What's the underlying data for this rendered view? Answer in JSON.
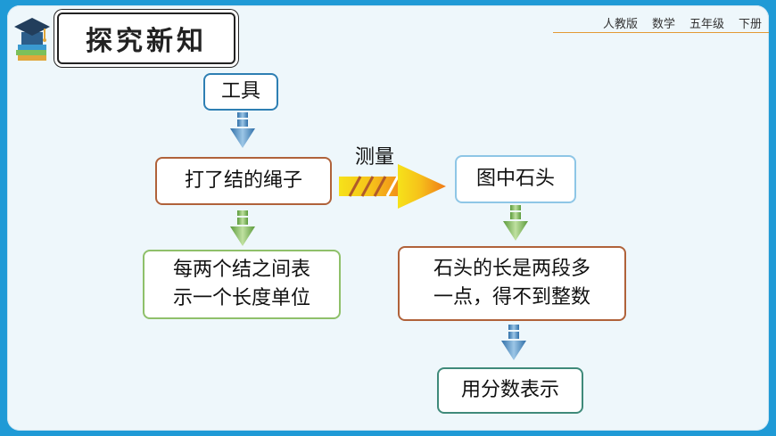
{
  "header": {
    "title": "探究新知",
    "publisher": "人教版",
    "subject": "数学",
    "grade": "五年级",
    "volume": "下册"
  },
  "diagram": {
    "tool": "工具",
    "rope": "打了结的绳子",
    "rope_note_line1": "每两个结之间表",
    "rope_note_line2": "示一个长度单位",
    "measure_label": "测量",
    "stone": "图中石头",
    "stone_note_line1": "石头的长是两段多",
    "stone_note_line2": "一点，得不到整数",
    "conclusion": "用分数表示"
  },
  "colors": {
    "background": "#1f9ad6",
    "slide": "#eef7fb",
    "blue_border": "#2e7fb3",
    "brown_border": "#b0623a",
    "green_border": "#8fc06a",
    "teal_border": "#3f8a7a",
    "orange_arrow": "#f08a1c"
  },
  "icons": {
    "logo": "graduation-cap-books-icon"
  }
}
